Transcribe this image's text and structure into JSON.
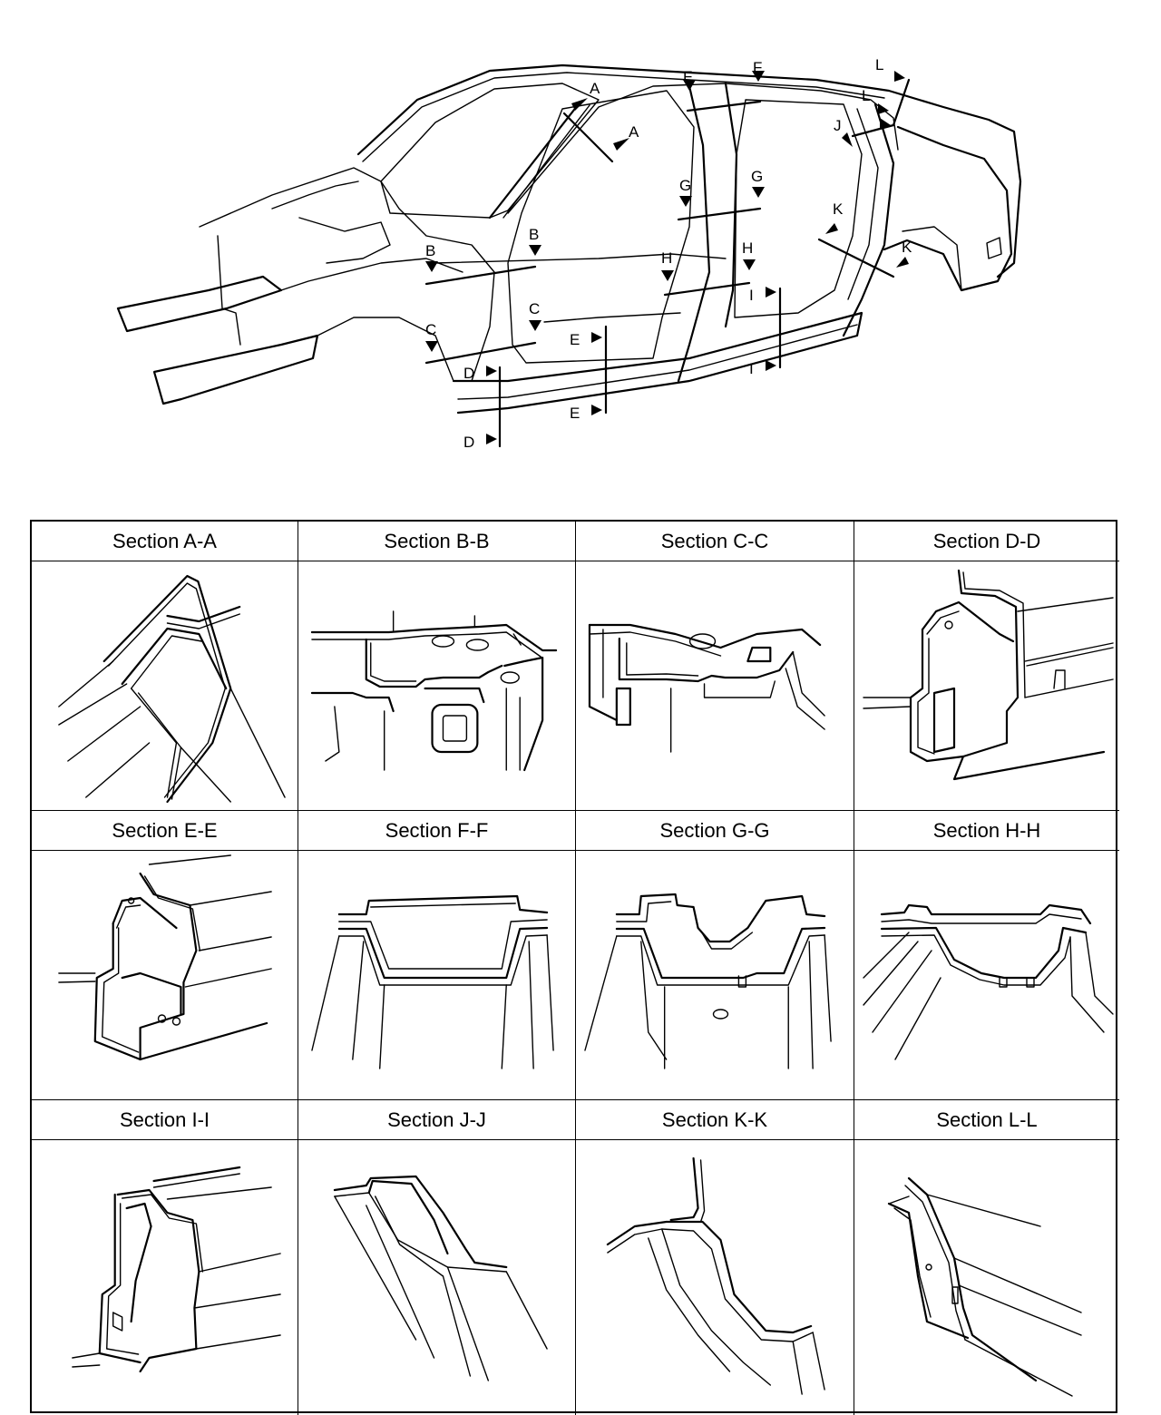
{
  "callouts": [
    "A",
    "A",
    "B",
    "B",
    "C",
    "C",
    "D",
    "D",
    "E",
    "E",
    "F",
    "F",
    "G",
    "G",
    "H",
    "H",
    "I",
    "I",
    "J",
    "K",
    "K",
    "L",
    "L"
  ],
  "sections": [
    {
      "id": "a",
      "title": "Section A-A"
    },
    {
      "id": "b",
      "title": "Section B-B"
    },
    {
      "id": "c",
      "title": "Section C-C"
    },
    {
      "id": "d",
      "title": "Section D-D"
    },
    {
      "id": "e",
      "title": "Section E-E"
    },
    {
      "id": "f",
      "title": "Section F-F"
    },
    {
      "id": "g",
      "title": "Section G-G"
    },
    {
      "id": "h",
      "title": "Section H-H"
    },
    {
      "id": "i",
      "title": "Section I-I"
    },
    {
      "id": "j",
      "title": "Section J-J"
    },
    {
      "id": "k",
      "title": "Section K-K"
    },
    {
      "id": "l",
      "title": "Section L-L"
    }
  ]
}
